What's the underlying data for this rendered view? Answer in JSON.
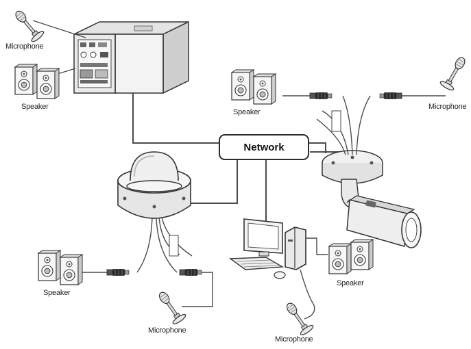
{
  "network": {
    "label": "Network"
  },
  "labels": {
    "mic_box_camera": "Microphone",
    "speaker_box_camera": "Speaker",
    "speaker_bullet_camera": "Speaker",
    "mic_bullet_camera": "Microphone",
    "speaker_dome_camera": "Speaker",
    "mic_dome_camera": "Microphone",
    "speaker_pc": "Speaker",
    "mic_pc": "Microphone"
  },
  "colors": {
    "line": "#4a4a4a",
    "device_fill": "#f4f4f4",
    "device_shade": "#d9d9d9",
    "ink": "#222222"
  },
  "icons": [
    "microphone-icon",
    "speaker-icon",
    "box-camera-icon",
    "dome-camera-icon",
    "bullet-camera-icon",
    "computer-icon",
    "audio-connector-icon"
  ]
}
